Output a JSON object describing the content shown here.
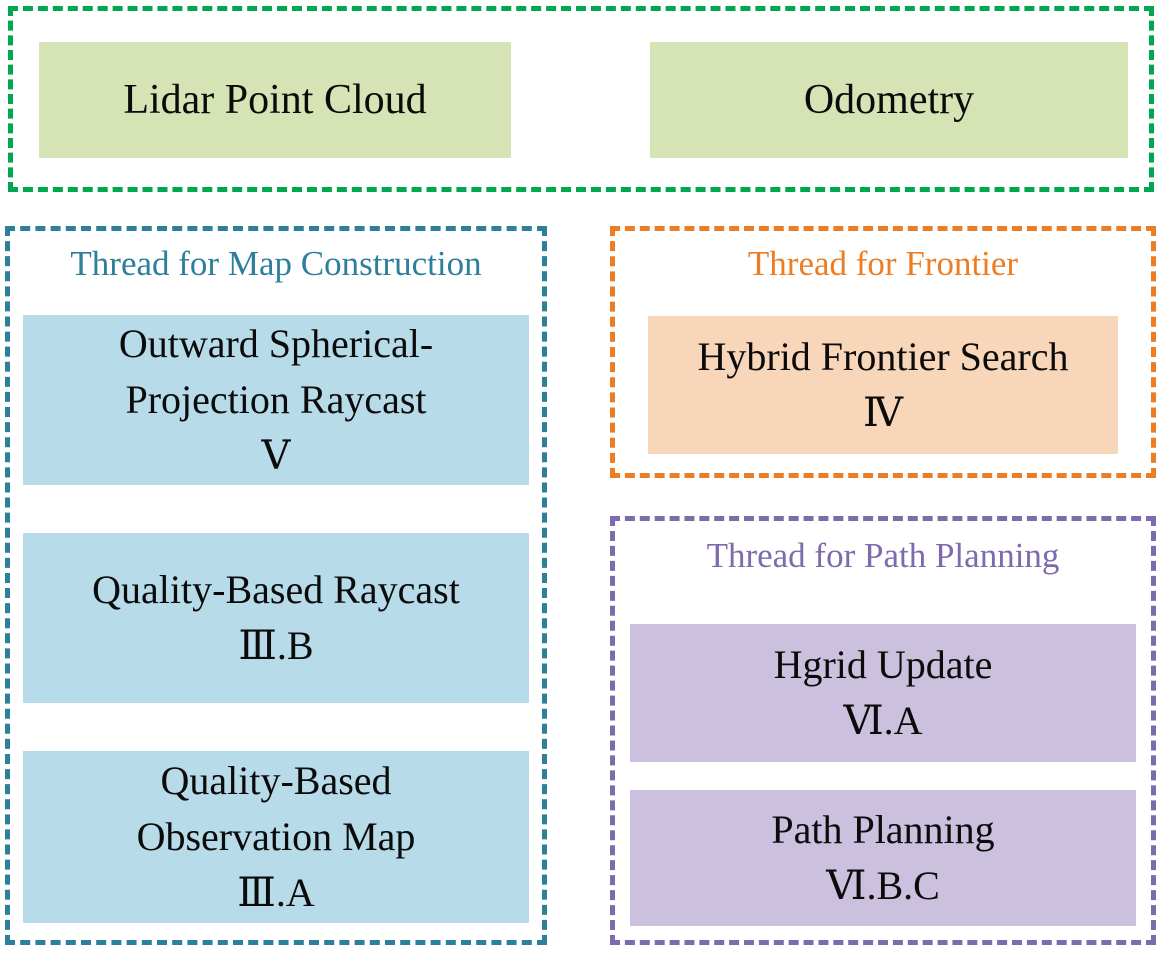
{
  "figure": {
    "description": "Block diagram of system threads"
  },
  "input_stage": {
    "boxes": [
      {
        "label": "Lidar Point Cloud"
      },
      {
        "label": "Odometry"
      }
    ]
  },
  "map_thread": {
    "title": "Thread for Map Construction",
    "boxes": [
      {
        "lines": [
          "Outward Spherical-",
          "Projection Raycast"
        ],
        "ref": "Ⅴ"
      },
      {
        "lines": [
          "Quality-Based Raycast"
        ],
        "ref": "Ⅲ.B"
      },
      {
        "lines": [
          "Quality-Based",
          "Observation Map"
        ],
        "ref": "Ⅲ.A"
      }
    ]
  },
  "frontier_thread": {
    "title": "Thread for Frontier",
    "boxes": [
      {
        "lines": [
          "Hybrid Frontier Search"
        ],
        "ref": "Ⅳ"
      }
    ]
  },
  "planning_thread": {
    "title": "Thread for Path Planning",
    "boxes": [
      {
        "lines": [
          "Hgrid Update"
        ],
        "ref": "Ⅵ.A"
      },
      {
        "lines": [
          "Path Planning"
        ],
        "ref": "Ⅵ.B.C"
      }
    ]
  },
  "colors": {
    "input_border": "#00a650",
    "input_fill": "#d6e3b5",
    "map_border": "#2e7f9b",
    "map_fill": "#b7dbe8",
    "frontier_border": "#ed7d22",
    "frontier_fill": "#f8d6b9",
    "planning_border": "#7e6bad",
    "planning_fill": "#cbc0de",
    "node_text": "#0b0b0b"
  }
}
